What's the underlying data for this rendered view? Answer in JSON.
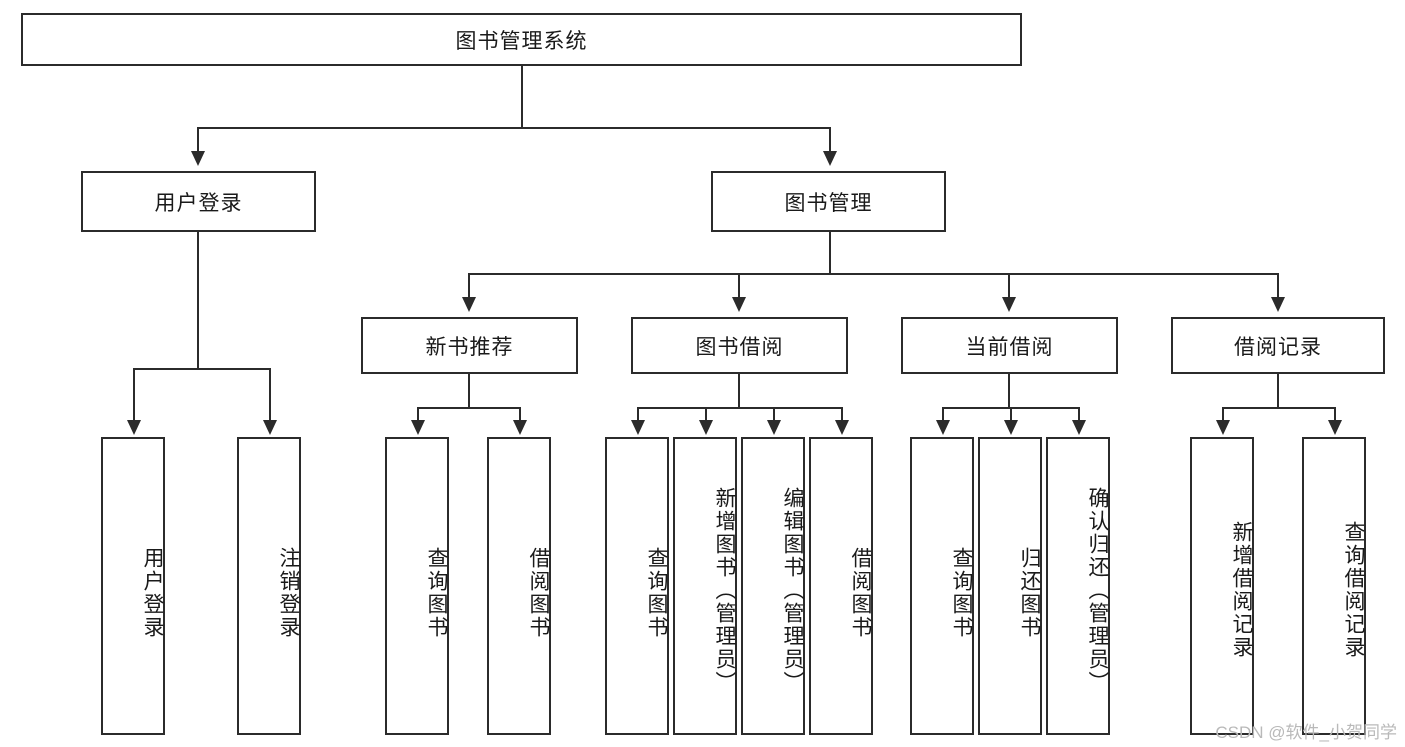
{
  "diagram": {
    "type": "tree-hierarchy",
    "title": "图书管理系统",
    "root": {
      "label": "图书管理系统"
    },
    "level1": [
      {
        "id": "user-login",
        "label": "用户登录"
      },
      {
        "id": "book-management",
        "label": "图书管理"
      }
    ],
    "level2": [
      {
        "id": "new-book-recommend",
        "label": "新书推荐",
        "parent": "book-management"
      },
      {
        "id": "book-borrow",
        "label": "图书借阅",
        "parent": "book-management"
      },
      {
        "id": "current-borrow",
        "label": "当前借阅",
        "parent": "book-management"
      },
      {
        "id": "borrow-record",
        "label": "借阅记录",
        "parent": "book-management"
      }
    ],
    "leaves": {
      "user_login": [
        {
          "id": "leaf-user-login",
          "label": "用户登录"
        },
        {
          "id": "leaf-logout",
          "label": "注销登录"
        }
      ],
      "new_book_recommend": [
        {
          "id": "leaf-query-book-1",
          "label": "查询图书"
        },
        {
          "id": "leaf-borrow-book-1",
          "label": "借阅图书"
        }
      ],
      "book_borrow": [
        {
          "id": "leaf-query-book-2",
          "label": "查询图书"
        },
        {
          "id": "leaf-add-book",
          "label": "新增图书（管理员）"
        },
        {
          "id": "leaf-edit-book",
          "label": "编辑图书（管理员）"
        },
        {
          "id": "leaf-borrow-book-2",
          "label": "借阅图书"
        }
      ],
      "current_borrow": [
        {
          "id": "leaf-query-book-3",
          "label": "查询图书"
        },
        {
          "id": "leaf-return-book",
          "label": "归还图书"
        },
        {
          "id": "leaf-confirm-return",
          "label": "确认归还（管理员）"
        }
      ],
      "borrow_record": [
        {
          "id": "leaf-add-record",
          "label": "新增借阅记录"
        },
        {
          "id": "leaf-query-record",
          "label": "查询借阅记录"
        }
      ]
    }
  },
  "watermark": {
    "text": "CSDN @软件_小贺同学"
  },
  "colors": {
    "stroke": "#2b2b2b",
    "background": "#ffffff",
    "text": "#1a1a1a",
    "watermark": "#b9b9b9"
  }
}
